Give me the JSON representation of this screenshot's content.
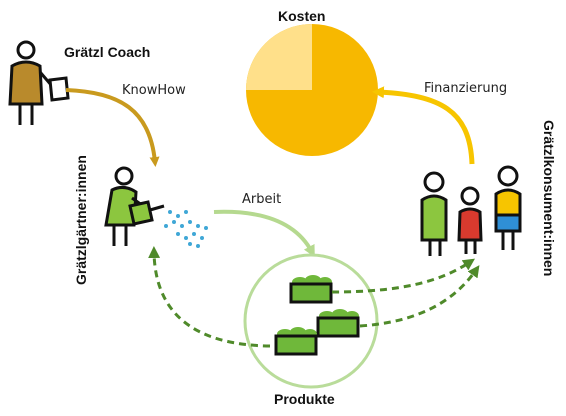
{
  "labels": {
    "coach": "Grätzl Coach",
    "knowhow": "KnowHow",
    "kosten": "Kosten",
    "finanzierung": "Finanzierung",
    "gaertner": "Grätzlgärtner:innen",
    "arbeit": "Arbeit",
    "konsumenten": "Grätzlkonsument:innen",
    "produkte": "Produkte"
  },
  "colors": {
    "outline": "#111111",
    "coach": "#b98a2c",
    "coach_arrow": "#c99a1e",
    "cost_pie": "#f7b800",
    "cost_slice": "#ffe08a",
    "finance_arrow": "#f7c500",
    "gardener": "#8cc63f",
    "work_arrow": "#b5d98f",
    "water": "#3fa7d6",
    "circle": "#b9dc9a",
    "crate": "#6fb83a",
    "dashed_arrow": "#4f8a2a",
    "consumer_green": "#8cc63f",
    "consumer_red": "#d83a2e",
    "consumer_yellow": "#f7c500",
    "consumer_blue": "#2f8fd6"
  },
  "pie": {
    "slice_fraction": 0.25
  }
}
